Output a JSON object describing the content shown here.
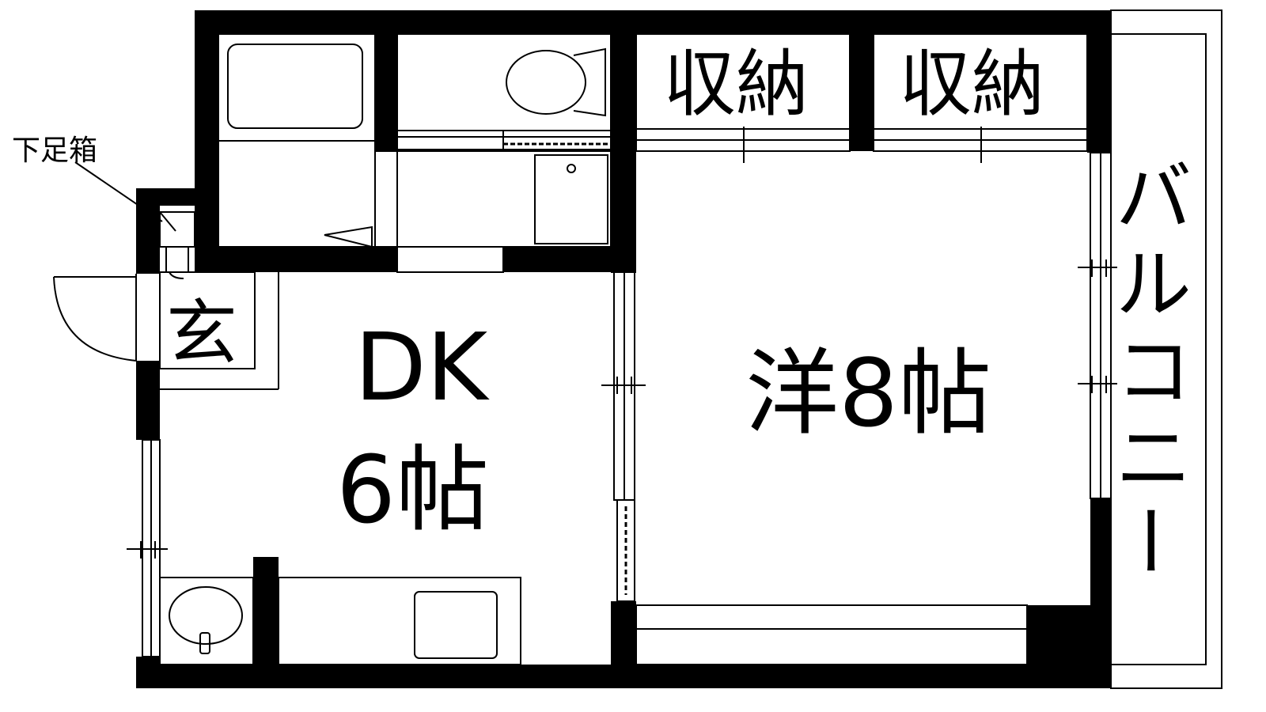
{
  "labels": {
    "shoe_box": "下足箱",
    "storage_1": "収納",
    "storage_2": "収納",
    "entrance": "玄",
    "dk_line1": "DK",
    "dk_line2": "6帖",
    "western_room": "洋8帖",
    "balcony": [
      "バ",
      "ル",
      "コ",
      "ニ",
      "ー"
    ]
  },
  "colors": {
    "wall": "#000000",
    "background": "#ffffff"
  }
}
